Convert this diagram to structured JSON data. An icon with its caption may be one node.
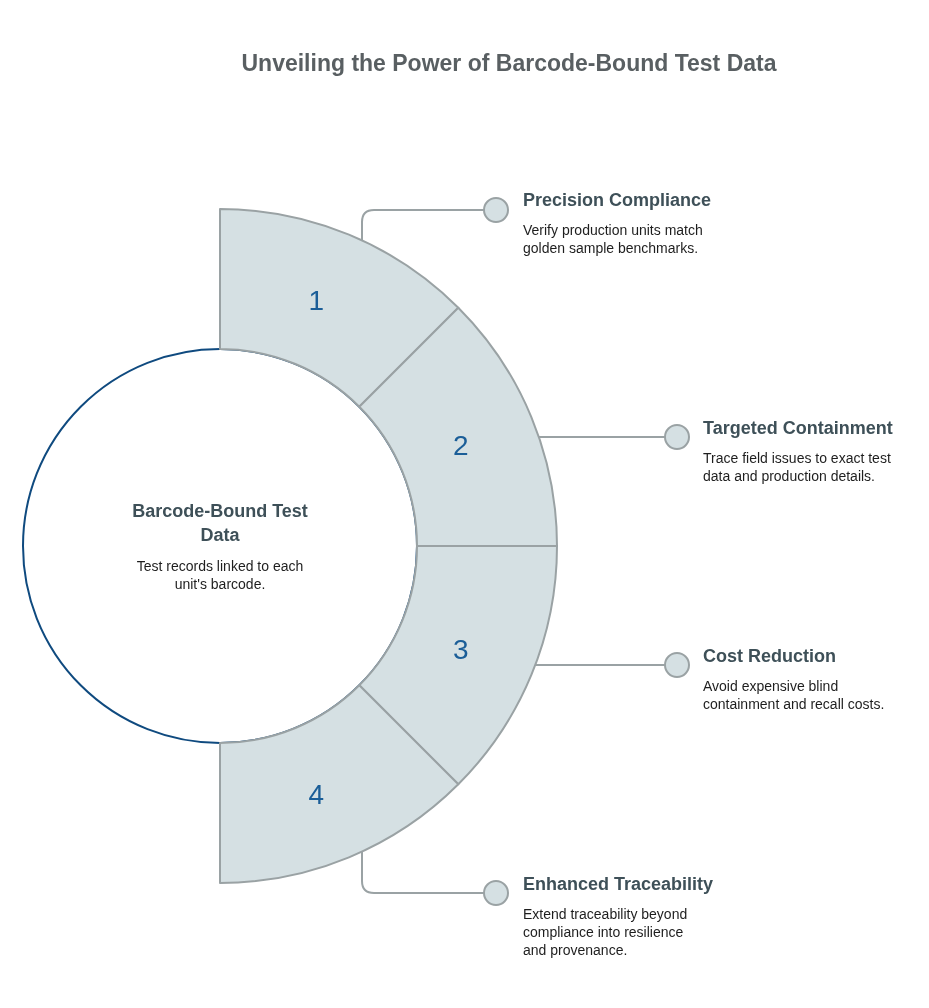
{
  "diagram": {
    "title": "Unveiling the Power of Barcode-Bound Test Data",
    "nodes": [
      {
        "text": [
          "Barcode-Bound Test Data",
          "Test records linked to each unit's barcode."
        ]
      },
      {
        "text": [
          "1"
        ]
      },
      {
        "text": [
          "2"
        ]
      },
      {
        "text": [
          "3"
        ]
      },
      {
        "text": [
          "4"
        ]
      },
      {
        "text": [],
        "shape": "circle",
        "beside": [
          "Precision Compliance",
          "Verify production units match golden sample benchmarks."
        ]
      },
      {
        "text": [],
        "shape": "circle",
        "beside": [
          "Targeted Containment",
          "Trace field issues to exact test data and production details."
        ]
      },
      {
        "text": [],
        "shape": "circle",
        "beside": [
          "Cost Reduction",
          "Avoid expensive blind containment and recall costs."
        ]
      },
      {
        "text": [],
        "shape": "circle",
        "beside": [
          "Enhanced Traceability",
          "Extend traceability beyond compliance into resilience and provenance."
        ]
      }
    ],
    "edges": [
      {
        "from": 1,
        "to": 5,
        "arrow": "none"
      },
      {
        "from": 2,
        "to": 6,
        "arrow": "none"
      },
      {
        "from": 3,
        "to": 7,
        "arrow": "none"
      },
      {
        "from": 4,
        "to": 8,
        "arrow": "none"
      }
    ]
  }
}
